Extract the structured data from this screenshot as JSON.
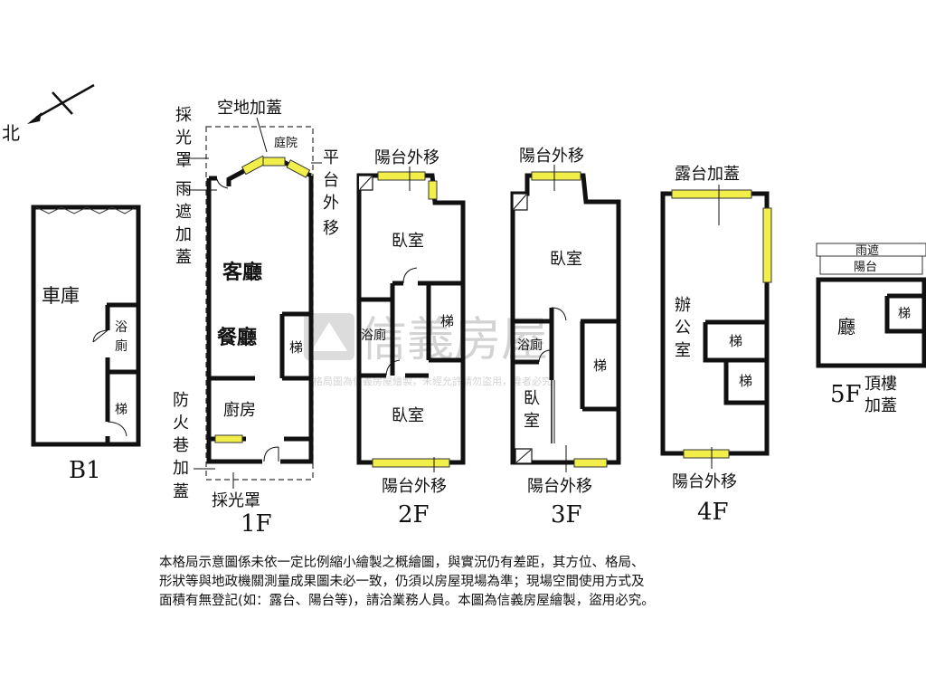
{
  "compass": {
    "label": "北"
  },
  "floors": {
    "b1": {
      "name": "B1",
      "garage": "車庫",
      "bath": [
        "浴",
        "廁"
      ],
      "stairs": "梯"
    },
    "f1": {
      "name": "1F",
      "living": "客廳",
      "dining": "餐廳",
      "kitchen": "廚房",
      "stairs": "梯",
      "courtyard": "庭院",
      "skylight_top": [
        "採",
        "光",
        "罩"
      ],
      "vacant_cover": "空地加蓋",
      "rain_cover": [
        "雨",
        "遮",
        "加",
        "蓋"
      ],
      "platform_move": [
        "平",
        "台",
        "外",
        "移"
      ],
      "firelane_cover": [
        "防",
        "火",
        "巷",
        "加",
        "蓋"
      ],
      "skylight_bottom": "採光罩"
    },
    "f2": {
      "name": "2F",
      "balcony_top": "陽台外移",
      "bedroom1": "臥室",
      "bath": "浴廁",
      "stairs": "梯",
      "bedroom2": "臥室",
      "balcony_bottom": "陽台外移"
    },
    "f3": {
      "name": "3F",
      "balcony_top": "陽台外移",
      "bedroom1": "臥室",
      "bath": "浴廁",
      "stairs": "梯",
      "bedroom2": [
        "臥",
        "室"
      ],
      "balcony_bottom": "陽台外移"
    },
    "f4": {
      "name": "4F",
      "terrace_cover": "露台加蓋",
      "office": [
        "辦",
        "公",
        "室"
      ],
      "stairs1": "梯",
      "stairs2": "梯",
      "balcony_bottom": "陽台外移"
    },
    "f5": {
      "name": "5F",
      "rain_cover": "雨遮",
      "balcony": "陽台",
      "hall": "廳",
      "stairs": "梯",
      "roof_cover": [
        "頂樓",
        "加蓋"
      ]
    }
  },
  "watermark": {
    "brand": "信義房屋",
    "line": "格局圖為信義房屋繪製，未經允許請勿盜用，違者必究"
  },
  "footnote": {
    "lines": [
      "本格局示意圖係未依一定比例縮小繪製之概繪圖，與實況仍有差距，其方位、格局、",
      "形狀等與地政機關測量成果圖未必一致，仍須以房屋現場為準；現場空間使用方式及",
      "面積有無登記(如：露台、陽台等)，請洽業務人員。本圖為信義房屋繪製，盜用必究。"
    ]
  }
}
